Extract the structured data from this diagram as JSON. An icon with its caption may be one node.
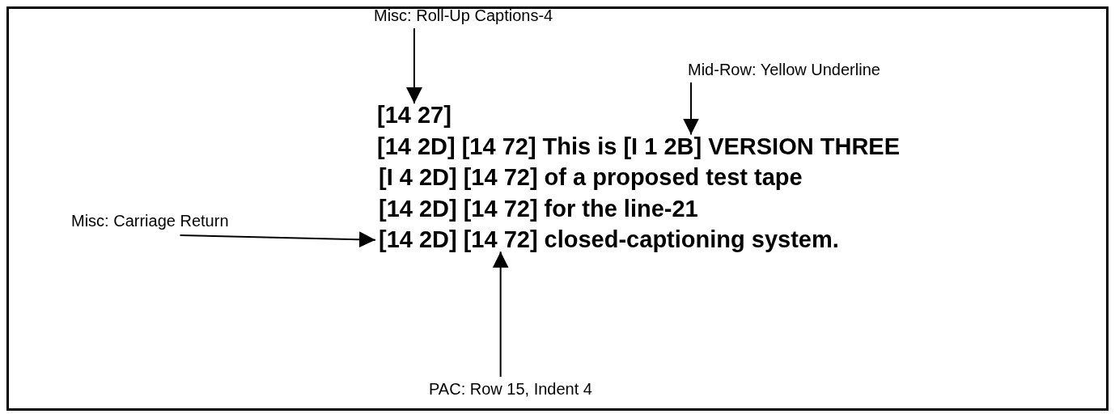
{
  "diagram": {
    "nodes": [
      {
        "text": [
          "Misc: Roll-Up Captions-4"
        ]
      },
      {
        "text": [
          "Mid-Row: Yellow Underline"
        ]
      },
      {
        "text": [
          "Misc: Carriage Return"
        ]
      },
      {
        "text": [
          "[14 27]"
        ]
      },
      {
        "text": [
          "[I 1 2B]"
        ]
      },
      {
        "text": [
          "[14 2D]"
        ]
      },
      {
        "text": [
          "[14 72]"
        ]
      },
      {
        "text": [
          "PAC: Row 15, Indent 4"
        ]
      }
    ],
    "edges": [
      {
        "from": 0,
        "to": 3,
        "arrow": "to"
      },
      {
        "from": 1,
        "to": 4,
        "arrow": "to"
      },
      {
        "from": 2,
        "to": 5,
        "arrow": "to"
      },
      {
        "from": 7,
        "to": 6,
        "arrow": "to"
      }
    ],
    "labels": [
      "[14 2D]",
      "[14 72]",
      "This is",
      "VERSION THREE",
      "[I 4 2D]",
      "[14 72]",
      "of a proposed test tape",
      "[14 2D]",
      "[14 72]",
      "for the line-21",
      "closed-captioning system."
    ]
  }
}
